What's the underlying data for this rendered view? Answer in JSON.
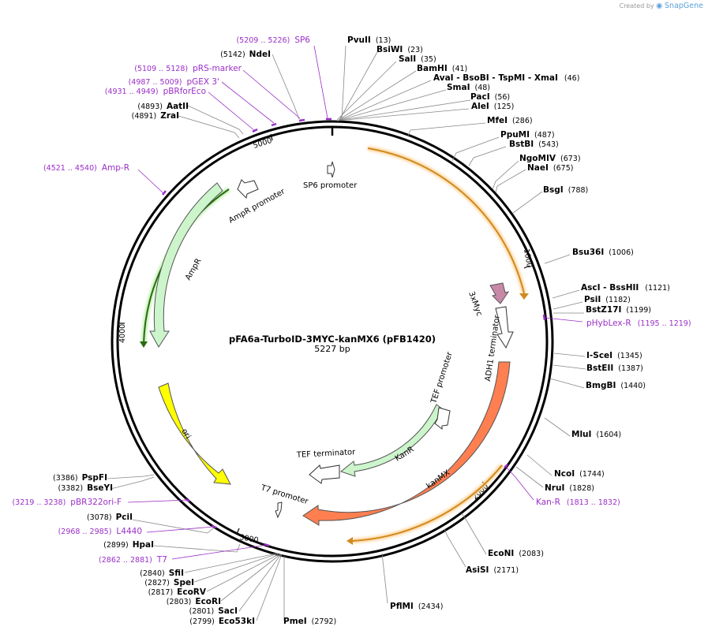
{
  "credit": {
    "prefix": "Created by",
    "brand": "SnapGene"
  },
  "plasmid": {
    "name": "pFA6a-TurboID-3MYC-kanMX6 (pFB1420)",
    "length_label": "5227 bp",
    "length": 5227
  },
  "ticks": [
    {
      "label": "1000",
      "pos": 1000
    },
    {
      "label": "2000",
      "pos": 2000
    },
    {
      "label": "3000",
      "pos": 3000
    },
    {
      "label": "4000",
      "pos": 4000
    },
    {
      "label": "5000",
      "pos": 5000
    }
  ],
  "features": [
    {
      "label": "SP6 promoter",
      "pos": 5209,
      "color": "#ffffff"
    },
    {
      "label": "AmpR promoter",
      "pos": 4500,
      "color": "#ffffff"
    },
    {
      "label": "AmpR",
      "pos": 4100,
      "color": "#ccf5cc"
    },
    {
      "label": "ori",
      "pos": 3500,
      "color": "#ffff00"
    },
    {
      "label": "T7 promoter",
      "pos": 2870,
      "color": "#ffffff"
    },
    {
      "label": "TEF terminator",
      "pos": 2700,
      "color": "#ffffff"
    },
    {
      "label": "KanR",
      "pos": 2300,
      "color": "#ccf5cc"
    },
    {
      "label": "TEF promoter",
      "pos": 1950,
      "color": "#ffffff"
    },
    {
      "label": "kanMX",
      "pos": 2100,
      "color": "#ff7f50"
    },
    {
      "label": "ADH1 terminator",
      "pos": 1400,
      "color": "#ffffff"
    },
    {
      "label": "3xMyc",
      "pos": 1100,
      "color": "#c888a8"
    }
  ],
  "enzymes": [
    {
      "name": "PvuII",
      "pos": "(13)"
    },
    {
      "name": "BsiWI",
      "pos": "(23)"
    },
    {
      "name": "SalI",
      "pos": "(35)"
    },
    {
      "name": "BamHI",
      "pos": "(41)"
    },
    {
      "name": "AvaI",
      "name2": "BsoBI",
      "name3": "TspMI",
      "name4": "XmaI",
      "pos": "(46)"
    },
    {
      "name": "SmaI",
      "pos": "(48)"
    },
    {
      "name": "PacI",
      "pos": "(56)"
    },
    {
      "name": "AleI",
      "pos": "(125)"
    },
    {
      "name": "MfeI",
      "pos": "(286)"
    },
    {
      "name": "PpuMI",
      "pos": "(487)"
    },
    {
      "name": "BstBI",
      "pos": "(543)"
    },
    {
      "name": "NgoMIV",
      "pos": "(673)"
    },
    {
      "name": "NaeI",
      "pos": "(675)"
    },
    {
      "name": "BsgI",
      "pos": "(788)"
    },
    {
      "name": "Bsu36I",
      "pos": "(1006)"
    },
    {
      "name": "AscI",
      "name2": "BssHII",
      "pos": "(1121)"
    },
    {
      "name": "PsiI",
      "pos": "(1182)"
    },
    {
      "name": "BstZ17I",
      "pos": "(1199)"
    },
    {
      "name": "I-SceI",
      "pos": "(1345)"
    },
    {
      "name": "BstEII",
      "pos": "(1387)"
    },
    {
      "name": "BmgBI",
      "pos": "(1440)"
    },
    {
      "name": "MluI",
      "pos": "(1604)"
    },
    {
      "name": "NcoI",
      "pos": "(1744)"
    },
    {
      "name": "NruI",
      "pos": "(1828)"
    },
    {
      "name": "EcoNI",
      "pos": "(2083)"
    },
    {
      "name": "AsiSI",
      "pos": "(2171)"
    },
    {
      "name": "PflMI",
      "pos": "(2434)"
    },
    {
      "name": "PmeI",
      "pos": "(2792)"
    },
    {
      "name": "Eco53kI",
      "pos": "(2799)"
    },
    {
      "name": "SacI",
      "pos": "(2801)"
    },
    {
      "name": "EcoRI",
      "pos": "(2803)"
    },
    {
      "name": "EcoRV",
      "pos": "(2817)"
    },
    {
      "name": "SpeI",
      "pos": "(2827)"
    },
    {
      "name": "SfiI",
      "pos": "(2840)"
    },
    {
      "name": "HpaI",
      "pos": "(2899)"
    },
    {
      "name": "PciI",
      "pos": "(3078)"
    },
    {
      "name": "BseYI",
      "pos": "(3382)"
    },
    {
      "name": "PspFI",
      "pos": "(3386)"
    },
    {
      "name": "ZraI",
      "pos": "(4891)"
    },
    {
      "name": "AatII",
      "pos": "(4893)"
    },
    {
      "name": "NdeI",
      "pos": "(5142)"
    }
  ],
  "primers": [
    {
      "name": "SP6",
      "pos": "(5209 .. 5226)"
    },
    {
      "name": "pRS-marker",
      "pos": "(5109 .. 5128)"
    },
    {
      "name": "pGEX 3'",
      "pos": "(4987 .. 5009)"
    },
    {
      "name": "pBRforEco",
      "pos": "(4931 .. 4949)"
    },
    {
      "name": "Amp-R",
      "pos": "(4521 .. 4540)"
    },
    {
      "name": "pHybLex-R",
      "pos": "(1195 .. 1219)"
    },
    {
      "name": "Kan-R",
      "pos": "(1813 .. 1832)"
    },
    {
      "name": "pBR322ori-F",
      "pos": "(3219 .. 3238)"
    },
    {
      "name": "L4440",
      "pos": "(2968 .. 2985)"
    },
    {
      "name": "T7",
      "pos": "(2862 .. 2881)"
    }
  ]
}
